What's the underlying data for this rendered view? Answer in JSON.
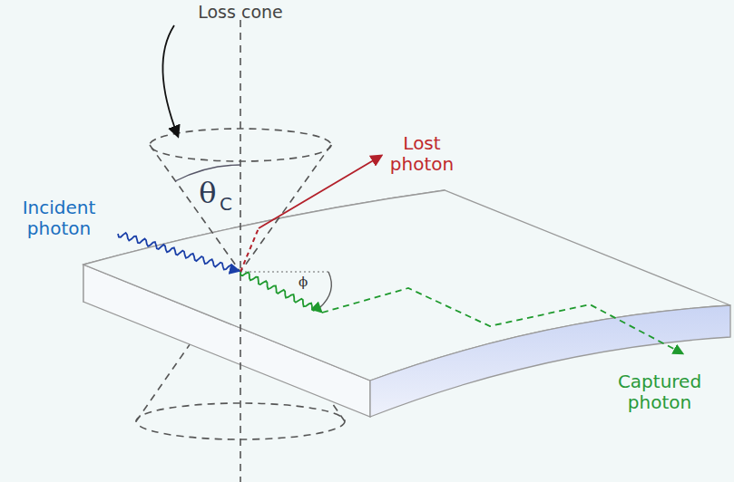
{
  "diagram": {
    "labels": [
      "Loss cone",
      "θ",
      "C",
      "Incident photon",
      "Lost photon",
      "ϕ",
      "Captured photon"
    ]
  }
}
